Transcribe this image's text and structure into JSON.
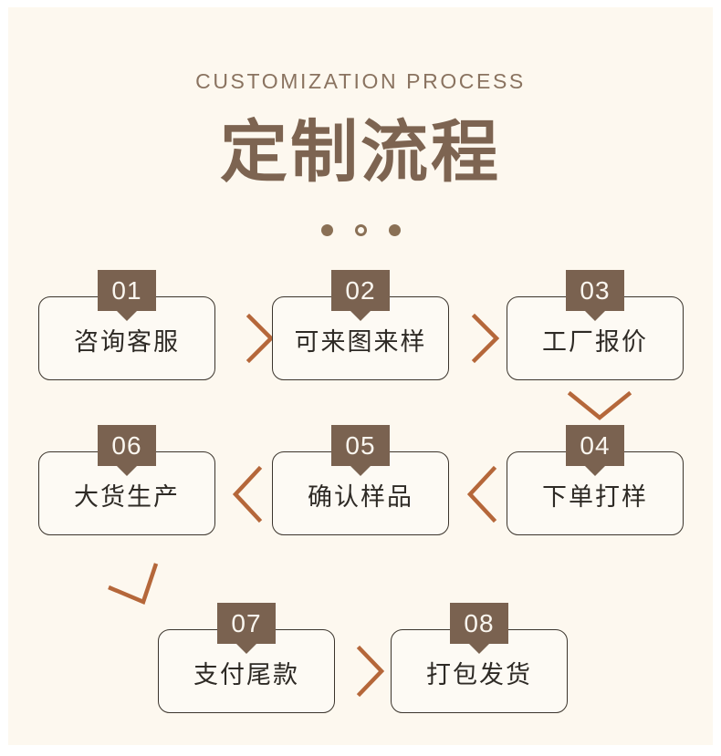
{
  "header": {
    "eyebrow": "CUSTOMIZATION PROCESS",
    "title": "定制流程"
  },
  "decoration": {
    "dots": [
      "filled",
      "hollow",
      "filled"
    ]
  },
  "colors": {
    "page_background": "#fdf8ef",
    "badge_brown": "#7a6250",
    "title_brown": "#7d6451",
    "eyebrow_brown": "#8a7360",
    "card_border": "#3b342c",
    "card_background": "#fdfaf4",
    "arrow_terracotta": "#b5673a",
    "label_text": "#2e2a25"
  },
  "steps": [
    {
      "number": "01",
      "label": "咨询客服"
    },
    {
      "number": "02",
      "label": "可来图来样"
    },
    {
      "number": "03",
      "label": "工厂报价"
    },
    {
      "number": "04",
      "label": "下单打样"
    },
    {
      "number": "05",
      "label": "确认样品"
    },
    {
      "number": "06",
      "label": "大货生产"
    },
    {
      "number": "07",
      "label": "支付尾款"
    },
    {
      "number": "08",
      "label": "打包发货"
    }
  ],
  "connectors": [
    {
      "from": "01",
      "to": "02",
      "direction": "right"
    },
    {
      "from": "02",
      "to": "03",
      "direction": "right"
    },
    {
      "from": "03",
      "to": "04",
      "direction": "down"
    },
    {
      "from": "04",
      "to": "05",
      "direction": "left"
    },
    {
      "from": "05",
      "to": "06",
      "direction": "left"
    },
    {
      "from": "06",
      "to": "07",
      "direction": "down-check"
    },
    {
      "from": "07",
      "to": "08",
      "direction": "right"
    }
  ]
}
